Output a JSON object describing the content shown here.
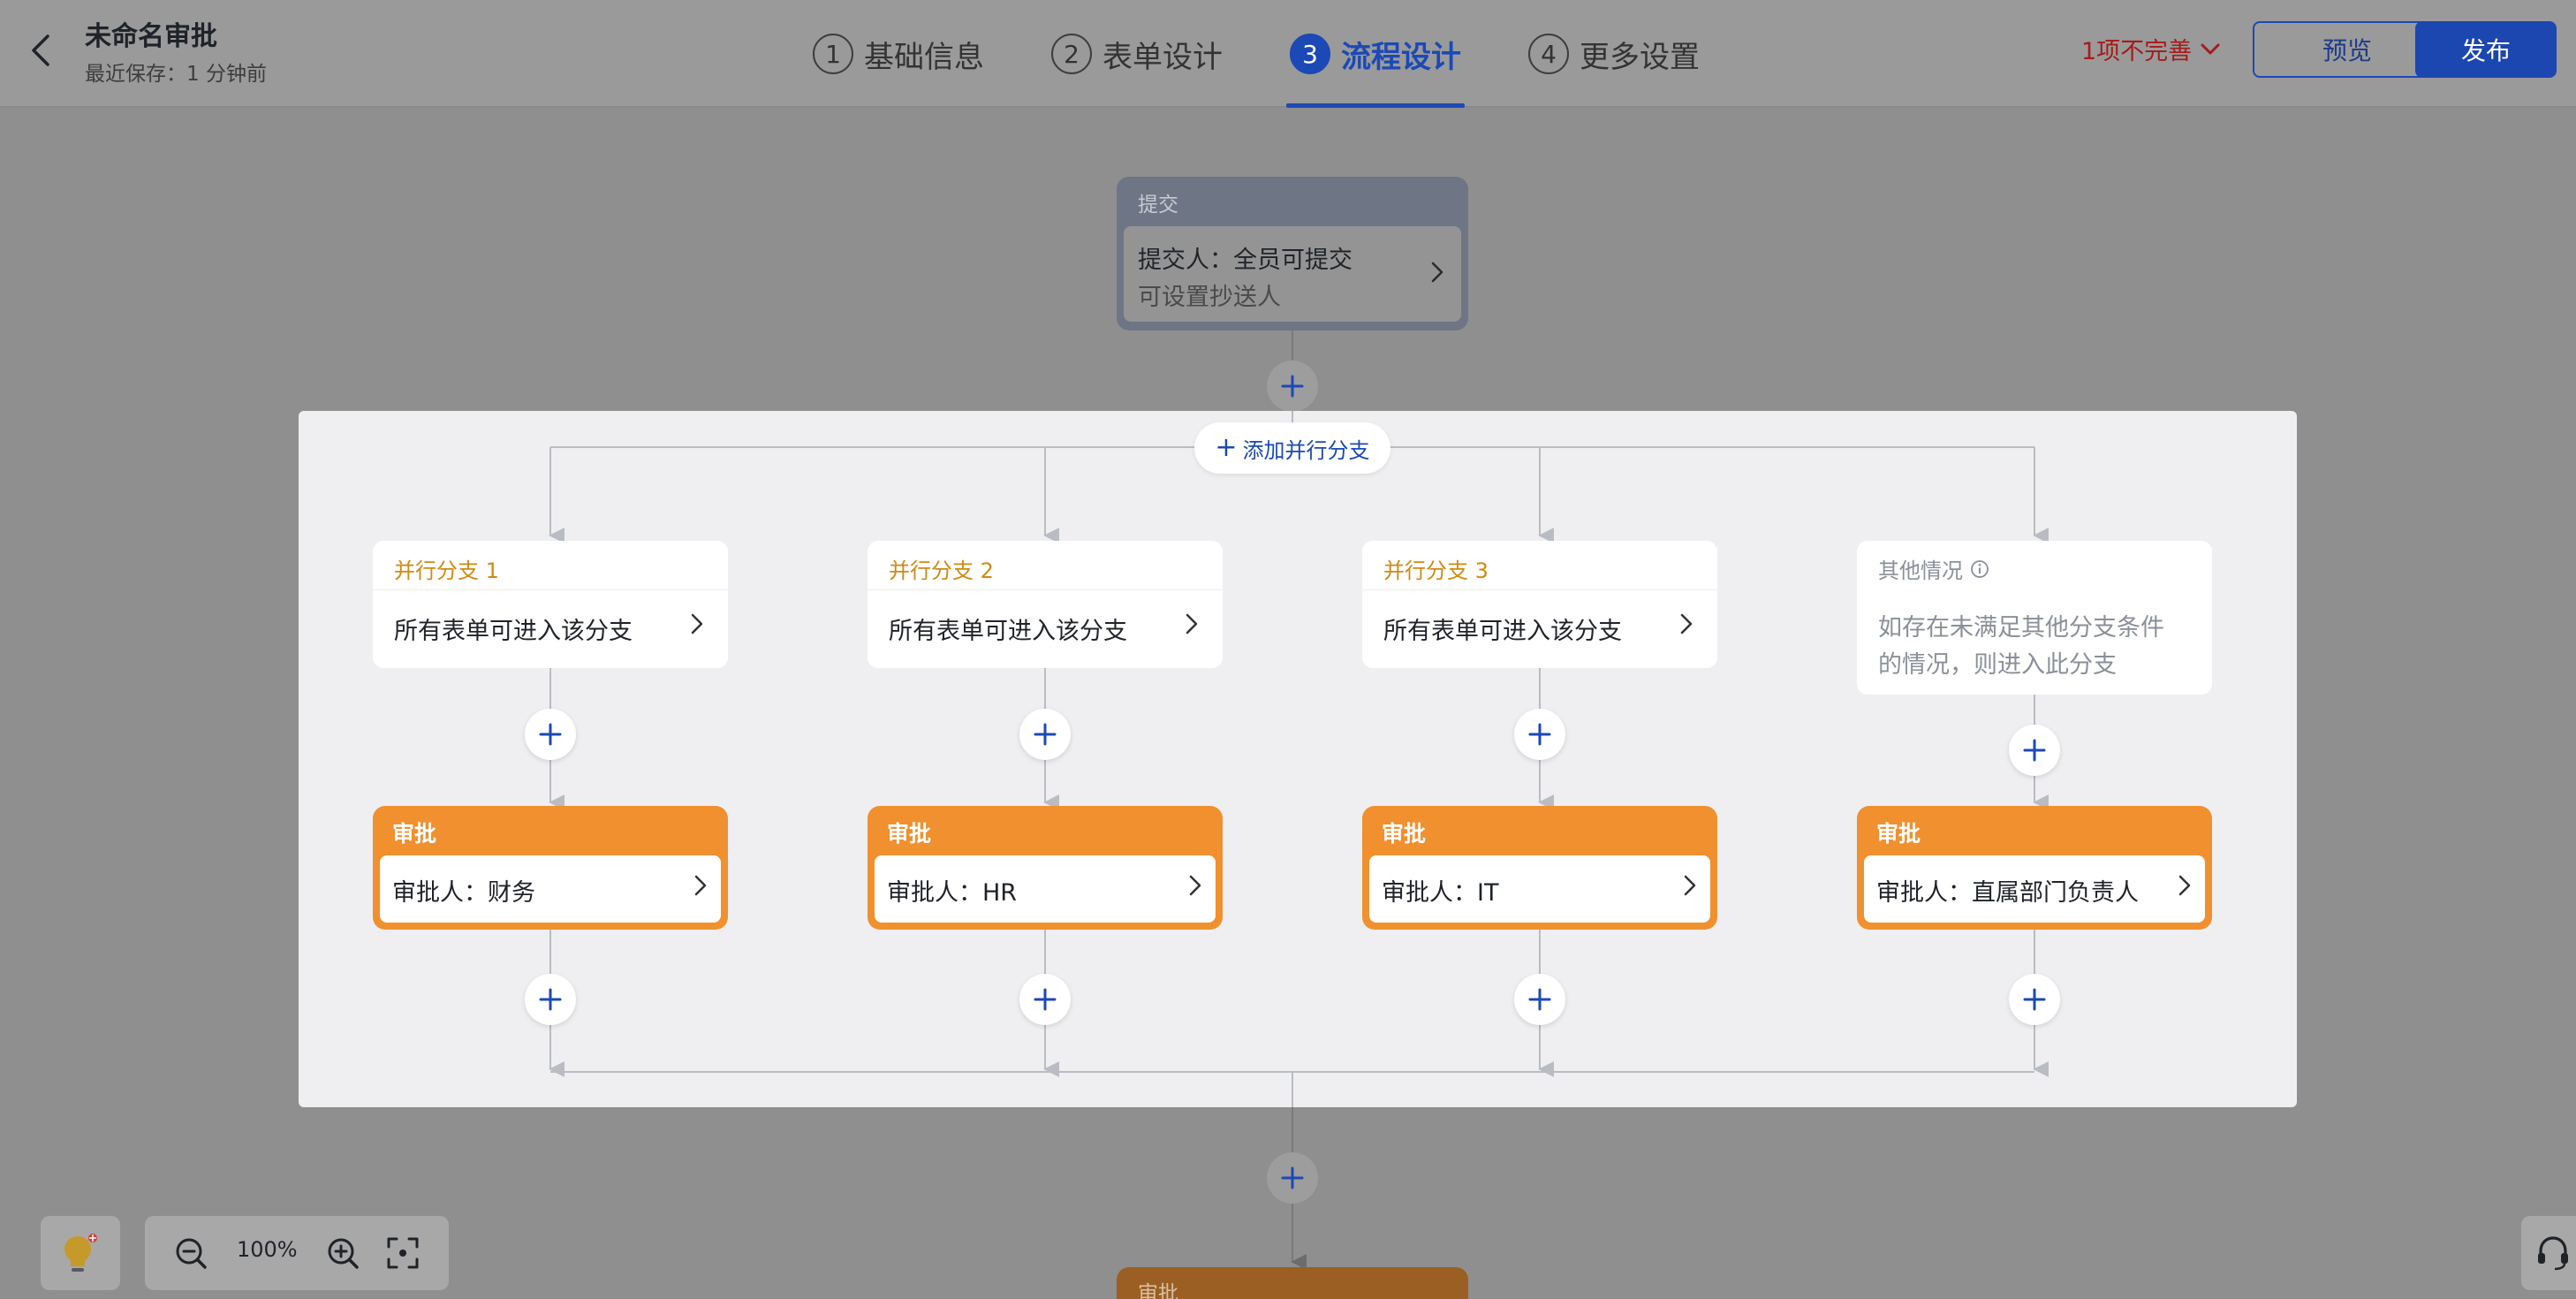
{
  "header": {
    "title": "未命名审批",
    "last_saved": "最近保存：1 分钟前",
    "steps": [
      {
        "num": "1",
        "label": "基础信息"
      },
      {
        "num": "2",
        "label": "表单设计"
      },
      {
        "num": "3",
        "label": "流程设计",
        "active": true
      },
      {
        "num": "4",
        "label": "更多设置"
      }
    ],
    "incomplete": "1项不完善",
    "preview": "预览",
    "publish": "发布",
    "colors": {
      "accent": "#1b49b6",
      "warning": "#a61b1b"
    }
  },
  "submit_node": {
    "header": "提交",
    "line1": "提交人：全员可提交",
    "line2": "可设置抄送人"
  },
  "add_branch": "添加并行分支",
  "branches": [
    {
      "title": "并行分支 1",
      "condition": "所有表单可进入该分支",
      "approver": "审批人：财务"
    },
    {
      "title": "并行分支 2",
      "condition": "所有表单可进入该分支",
      "approver": "审批人：HR"
    },
    {
      "title": "并行分支 3",
      "condition": "所有表单可进入该分支",
      "approver": "审批人：IT"
    }
  ],
  "other_branch": {
    "title": "其他情况",
    "text_line1": "如存在未满足其他分支条件",
    "text_line2": "的情况，则进入此分支",
    "approver": "审批人：直属部门负责人"
  },
  "approval_header": "审批",
  "bottom_node_header": "审批",
  "toolbar": {
    "zoom": "100%"
  },
  "node_colors": {
    "approval": "#f0902f",
    "submit": "#6e7585",
    "branch_title": "#d08a13"
  }
}
